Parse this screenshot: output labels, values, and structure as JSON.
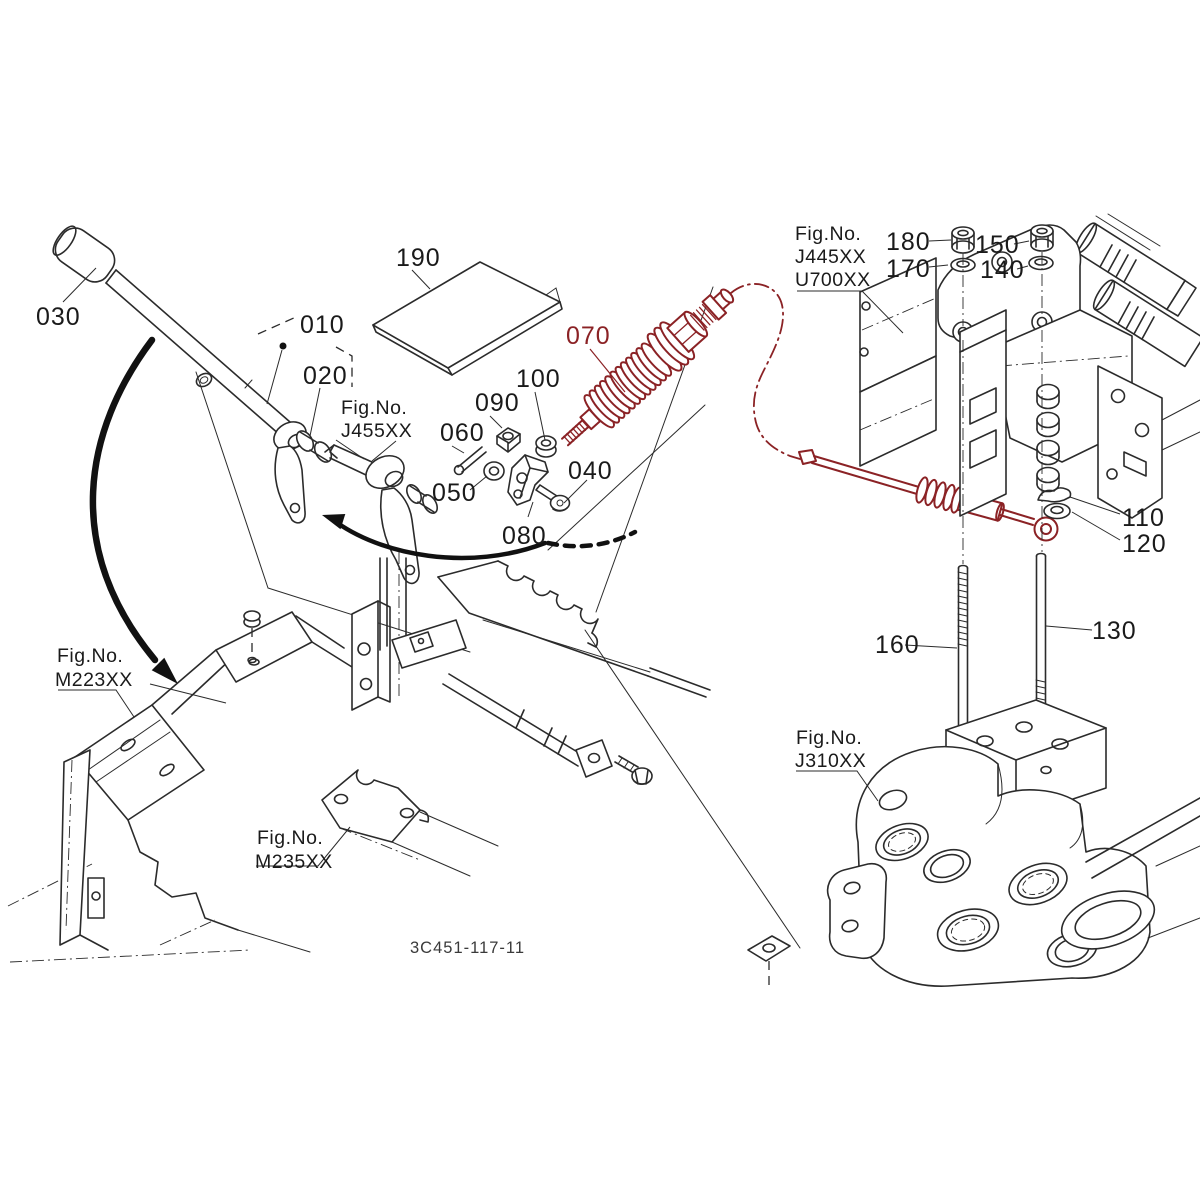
{
  "document": {
    "kind": "exploded-parts-diagram",
    "drawing_number": "3C451-117-11"
  },
  "colors": {
    "line": "#2b2b2b",
    "highlight": "#8b2225",
    "background": "#ffffff"
  },
  "highlighted_parts": [
    "070"
  ],
  "callouts": {
    "010": "010",
    "020": "020",
    "030": "030",
    "040": "040",
    "050": "050",
    "060": "060",
    "070": "070",
    "080": "080",
    "090": "090",
    "100": "100",
    "110": "110",
    "120": "120",
    "130": "130",
    "140": "140",
    "150": "150",
    "160": "160",
    "170": "170",
    "180": "180",
    "190": "190"
  },
  "fig_refs": {
    "j455": {
      "l1": "Fig.No.",
      "l2": "J455XX"
    },
    "j445": {
      "l1": "Fig.No.",
      "l2": "J445XX",
      "l3": "U700XX"
    },
    "m223": {
      "l1": "Fig.No.",
      "l2": "M223XX"
    },
    "m235": {
      "l1": "Fig.No.",
      "l2": "M235XX"
    },
    "j310": {
      "l1": "Fig.No.",
      "l2": "J310XX"
    }
  }
}
